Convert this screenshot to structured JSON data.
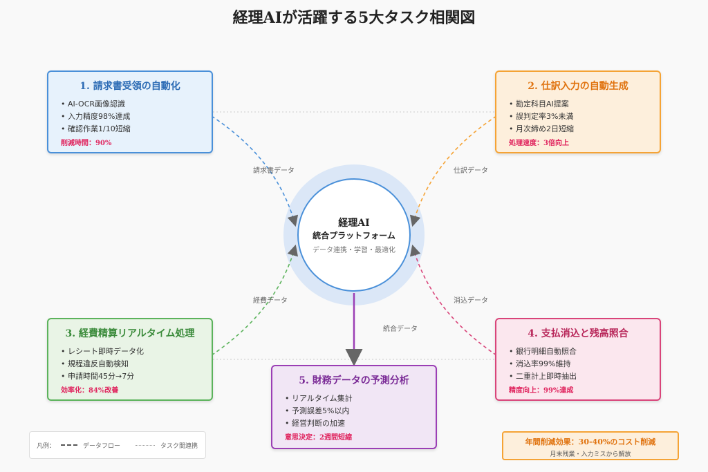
{
  "title": "経理AIが活躍する5大タスク相関図",
  "center": {
    "title": "経理AI",
    "subtitle": "統合プラットフォーム",
    "caption": "データ連携・学習・最適化"
  },
  "tasks": [
    {
      "title": "1. 請求書受領の自動化",
      "bullets": [
        "AI-OCR画像認識",
        "入力精度98%達成",
        "確認作業1/10短縮"
      ],
      "metric": "削減時間：90%",
      "color": "#4a90d9"
    },
    {
      "title": "2. 仕訳入力の自動生成",
      "bullets": [
        "勘定科目AI提案",
        "誤判定率3%未満",
        "月次締め2日短縮"
      ],
      "metric": "処理速度：3倍向上",
      "color": "#f5a335"
    },
    {
      "title": "3. 経費精算リアルタイム処理",
      "bullets": [
        "レシート即時データ化",
        "規程違反自動検知",
        "申請時間45分→7分"
      ],
      "metric": "効率化：84%改善",
      "color": "#5cb35c"
    },
    {
      "title": "4. 支払消込と残高照合",
      "bullets": [
        "銀行明細自動照合",
        "消込率99%維持",
        "二重計上即時抽出"
      ],
      "metric": "精度向上：99%達成",
      "color": "#d9457a"
    },
    {
      "title": "5. 財務データの予測分析",
      "bullets": [
        "リアルタイム集計",
        "予測誤差5%以内",
        "経営判断の加速"
      ],
      "metric": "意思決定：2週間短縮",
      "color": "#9b3fb5"
    }
  ],
  "edge_labels": {
    "invoice": "請求書データ",
    "journal": "仕訳データ",
    "expense": "経費データ",
    "reconcile": "消込データ",
    "integrated": "統合データ"
  },
  "legend": {
    "prefix": "凡例：",
    "data_flow": "データフロー",
    "task_link": "タスク間連携"
  },
  "summary": {
    "headline": "年間削減効果：30-40%のコスト削減",
    "note": "月末残業・入力ミスから解放"
  }
}
